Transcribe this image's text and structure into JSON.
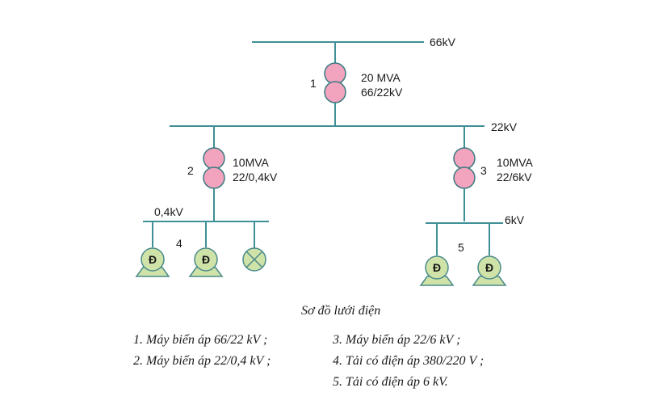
{
  "buses": {
    "bus_66": "66kV",
    "bus_22": "22kV",
    "bus_04": "0,4kV",
    "bus_6": "6kV"
  },
  "transformers": [
    {
      "number": "1",
      "rating": "20 MVA",
      "ratio": "66/22kV"
    },
    {
      "number": "2",
      "rating": "10MVA",
      "ratio": "22/0,4kV"
    },
    {
      "number": "3",
      "rating": "10MVA",
      "ratio": "22/6kV"
    }
  ],
  "load_groups": {
    "group_4": "4",
    "group_5": "5"
  },
  "motor_letter": "Đ",
  "caption": "Sơ đồ lưới điện",
  "legend": [
    "1. Máy biến áp 66/22 kV ;",
    "2. Máy biến áp 22/0,4 kV ;",
    "3. Máy biến áp 22/6 kV ;",
    "4. Tải có điện áp 380/220 V ;",
    "5. Tải có điện áp 6 kV."
  ],
  "colors": {
    "line": "#3f8f96",
    "transformer_fill": "#f2a3bd",
    "load_fill": "#cfe3a9"
  }
}
